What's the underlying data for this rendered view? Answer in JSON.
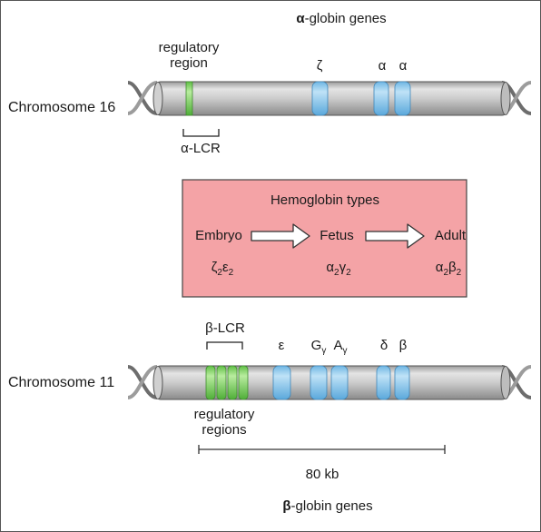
{
  "alpha_title_symbol": "α",
  "alpha_title_rest": "-globin genes",
  "chr16_label": "Chromosome 16",
  "chr16_regulatory": [
    "regulatory",
    "region"
  ],
  "chr16_lcr": "α-LCR",
  "chr16_genes": [
    "ζ",
    "α",
    "α"
  ],
  "box": {
    "title": "Hemoglobin types",
    "stages": [
      {
        "name": "Embryo",
        "f1": "ζ",
        "s1": "2",
        "f2": "ε",
        "s2": "2"
      },
      {
        "name": "Fetus",
        "f1": "α",
        "s1": "2",
        "f2": "γ",
        "s2": "2"
      },
      {
        "name": "Adult",
        "f1": "α",
        "s1": "2",
        "f2": "β",
        "s2": "2"
      }
    ]
  },
  "chr11_label": "Chromosome 11",
  "chr11_lcr": "β-LCR",
  "chr11_genes": {
    "epsilon": "ε",
    "g_gamma": {
      "main": "G",
      "sub": "γ"
    },
    "a_gamma": {
      "main": "A",
      "sub": "γ"
    },
    "delta": "δ",
    "beta": "β"
  },
  "chr11_regulatory": [
    "regulatory",
    "regions"
  ],
  "scale_label": "80 kb",
  "beta_title_symbol": "β",
  "beta_title_rest": "-globin genes",
  "colors": {
    "chromosome": "#c6c6c6",
    "gene": "#8ec7ea",
    "regulatory": "#7bcf5e",
    "box_fill": "#f4a3a6"
  }
}
